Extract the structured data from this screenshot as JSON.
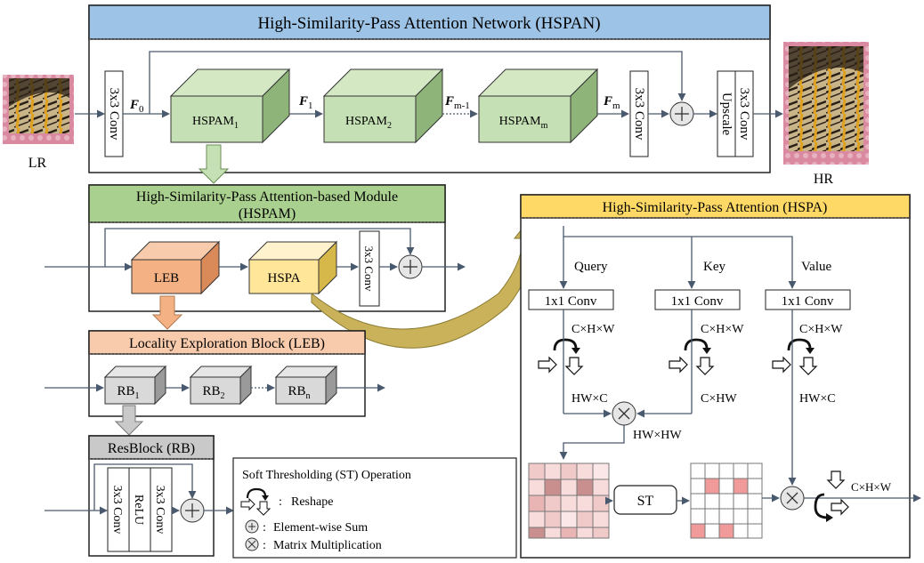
{
  "images": {
    "lr_label": "LR",
    "hr_label": "HR"
  },
  "hspan": {
    "title": "High-Similarity-Pass Attention Network (HSPAN)",
    "conv_in": "3x3 Conv",
    "f0_main": "F",
    "f0_sub": "0",
    "f1_main": "F",
    "f1_sub": "1",
    "fm1_main": "F",
    "fm1_sub": "m-1",
    "fm_main": "F",
    "fm_sub": "m",
    "block1_main": "HSPAM",
    "block1_sub": "1",
    "block2_main": "HSPAM",
    "block2_sub": "2",
    "blockm_main": "HSPAM",
    "blockm_sub": "m",
    "conv_out": "3x3 Conv",
    "upscale": "Upscale",
    "conv_final": "3x3 Conv"
  },
  "hspam": {
    "title_line1": "High-Similarity-Pass Attention-based Module",
    "title_line2": "(HSPAM)",
    "leb": "LEB",
    "hspa": "HSPA",
    "conv": "3x3 Conv"
  },
  "leb_block": {
    "title": "Locality Exploration Block (LEB)",
    "rb1_main": "RB",
    "rb1_sub": "1",
    "rb2_main": "RB",
    "rb2_sub": "2",
    "rbn_main": "RB",
    "rbn_sub": "n"
  },
  "resblock": {
    "title": "ResBlock (RB)",
    "conv1": "3x3 Conv",
    "relu": "ReLU",
    "conv2": "3x3 Conv"
  },
  "legend": {
    "title": "Soft Thresholding (ST) Operation",
    "reshape": "Reshape",
    "sum": "Element-wise Sum",
    "matmul": "Matrix Multiplication",
    "colon": ":"
  },
  "hspa": {
    "title": "High-Similarity-Pass Attention (HSPA)",
    "query": "Query",
    "key": "Key",
    "value": "Value",
    "conv": "1x1 Conv",
    "chw": "C×H×W",
    "hwc": "HW×C",
    "chw2": "C×HW",
    "hwhw": "HW×HW",
    "st": "ST",
    "out_dim": "C×H×W"
  },
  "colors": {
    "hspan_header": "#9dc3e6",
    "hspam_header": "#a9d08e",
    "leb_header": "#f4b183",
    "rb_header": "#c9c9c9",
    "hspa_header": "#ffd966",
    "cube_green": "#c5e0b4",
    "cube_orange": "#f4b183",
    "cube_yellow": "#ffe699",
    "cube_gray": "#d9d9d9",
    "matrix_dark": "#c98f8f",
    "matrix_mid": "#e8b4b4",
    "matrix_light": "#f8dcdc",
    "matrix_hot": "#f19a9a",
    "arrow": "#4a5a6e"
  }
}
